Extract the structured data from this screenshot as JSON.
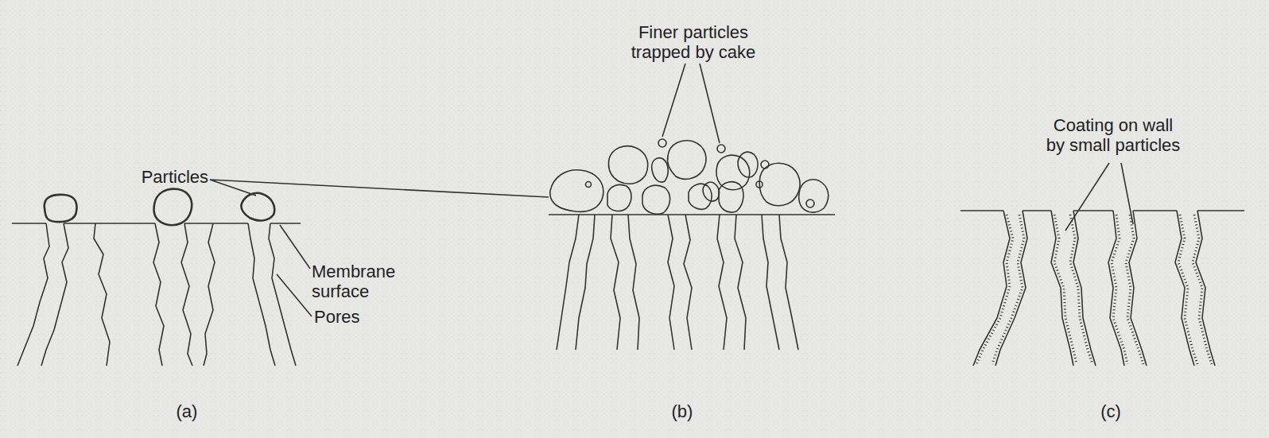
{
  "diagram": {
    "labels": [
      "Finer particles trapped by cake",
      "Particles",
      "Membrane surface",
      "Pores",
      "Coating on wall by small particles",
      "(a)",
      "(b)",
      "(c)"
    ]
  }
}
